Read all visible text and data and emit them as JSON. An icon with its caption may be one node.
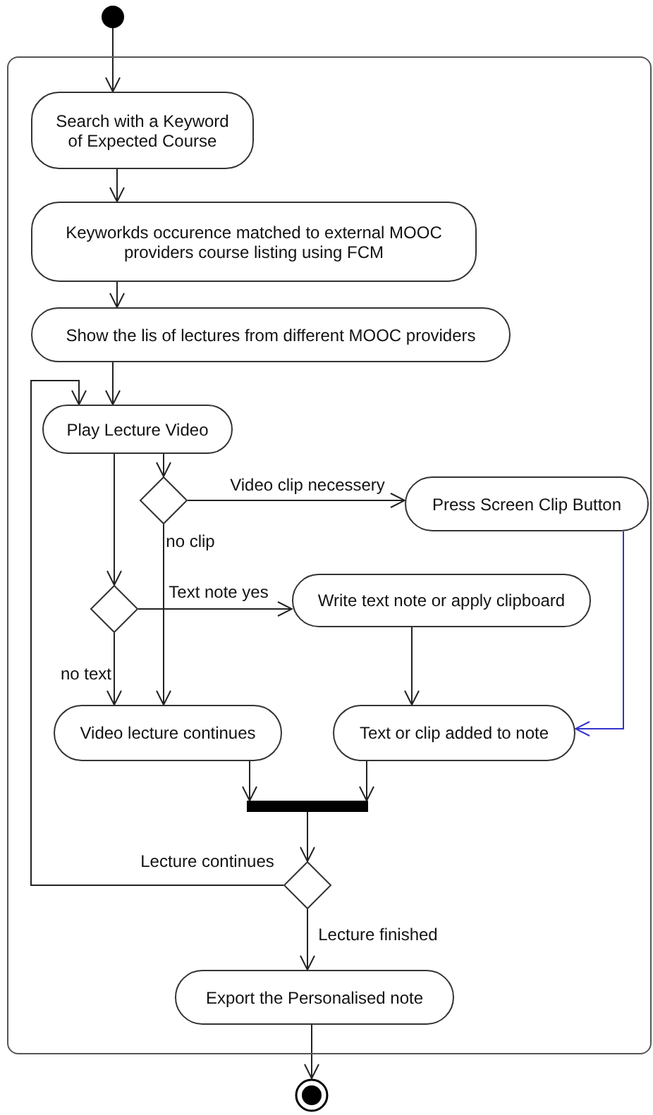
{
  "diagram": {
    "nodes": [
      {
        "text": [],
        "shape": "box"
      },
      {
        "text": [],
        "shape": "circle"
      },
      {
        "text": [
          "Search with a Keyword of Expected Course"
        ],
        "in": 0
      },
      {
        "text": [
          "Keyworkds occurence matched to external MOOC providers course listing using FCM"
        ],
        "in": 0
      },
      {
        "text": [
          "Show the lis of lectures from different MOOC providers"
        ],
        "in": 0
      },
      {
        "text": [
          "Play Lecture Video"
        ],
        "in": 0
      },
      {
        "text": [],
        "shape": "diamond",
        "in": 0
      },
      {
        "text": [
          "Press Screen Clip Button"
        ],
        "in": 0
      },
      {
        "text": [],
        "shape": "diamond",
        "in": 0
      },
      {
        "text": [
          "Write text note or apply clipboard"
        ],
        "in": 0
      },
      {
        "text": [
          "Video lecture continues"
        ],
        "in": 0
      },
      {
        "text": [
          "Text or clip added to note"
        ],
        "in": 0
      },
      {
        "text": [],
        "shape": "bar",
        "in": 0
      },
      {
        "text": [],
        "shape": "diamond",
        "in": 0
      },
      {
        "text": [
          "Export the Personalised note"
        ],
        "in": 0
      },
      {
        "text": [],
        "shape": "circle"
      }
    ],
    "edges": [
      {
        "from": 1,
        "to": 2,
        "arrow": "to"
      },
      {
        "from": 2,
        "to": 3,
        "arrow": "to"
      },
      {
        "from": 3,
        "to": 4,
        "arrow": "to"
      },
      {
        "from": 4,
        "to": 5,
        "arrow": "to"
      },
      {
        "from": 5,
        "to": 6,
        "arrow": "to"
      },
      {
        "from": 5,
        "to": 8,
        "arrow": "to"
      },
      {
        "from": 6,
        "to": 7,
        "arrow": "to",
        "label": "Video clip necessery"
      },
      {
        "from": 6,
        "to": 10,
        "arrow": "to",
        "label": "no clip"
      },
      {
        "from": 8,
        "to": 9,
        "arrow": "to",
        "label": "Text note yes"
      },
      {
        "from": 8,
        "to": 10,
        "arrow": "to",
        "label": "no text"
      },
      {
        "from": 7,
        "to": 11,
        "arrow": "to",
        "color": "#3333cc"
      },
      {
        "from": 9,
        "to": 11,
        "arrow": "to"
      },
      {
        "from": 10,
        "to": 12,
        "arrow": "to"
      },
      {
        "from": 11,
        "to": 12,
        "arrow": "to"
      },
      {
        "from": 12,
        "to": 13,
        "arrow": "to"
      },
      {
        "from": 13,
        "to": 5,
        "arrow": "to",
        "label": "Lecture continues"
      },
      {
        "from": 13,
        "to": 14,
        "arrow": "to",
        "label": "Lecture finished"
      },
      {
        "from": 14,
        "to": 15,
        "arrow": "to"
      }
    ]
  }
}
